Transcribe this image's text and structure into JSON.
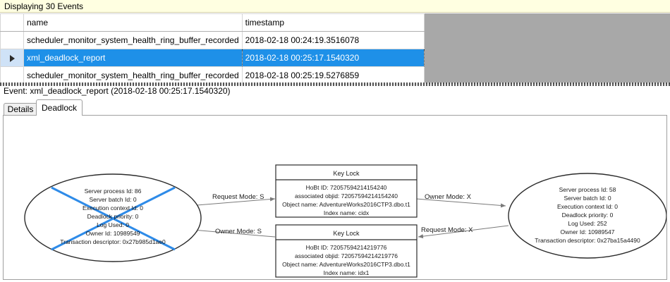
{
  "banner": {
    "text": "Displaying 30 Events"
  },
  "grid": {
    "columns": [
      "",
      "name",
      "timestamp"
    ],
    "rows": [
      {
        "selector": "",
        "name": "scheduler_monitor_system_health_ring_buffer_recorded",
        "timestamp": "2018-02-18 00:24:19.3516078",
        "selected": false
      },
      {
        "selector": "row-selector-arrow",
        "name": "xml_deadlock_report",
        "timestamp": "2018-02-18 00:25:17.1540320",
        "selected": true
      },
      {
        "selector": "",
        "name": "scheduler_monitor_system_health_ring_buffer_recorded",
        "timestamp": "2018-02-18 00:25:19.5276859",
        "selected": false
      }
    ]
  },
  "event_header": {
    "text": "Event: xml_deadlock_report (2018-02-18 00:25:17.1540320)"
  },
  "tabs": [
    {
      "label": "Details",
      "active": false
    },
    {
      "label": "Deadlock",
      "active": true
    }
  ],
  "colors": {
    "banner_bg": "#ffffe1",
    "selection_blue": "#1e90e8",
    "victim_cross": "#2e8be8",
    "grid_empty_gray": "#a8a8a8"
  },
  "deadlock_graph": {
    "processes": [
      {
        "id": "process-left",
        "victim": true,
        "lines": [
          "Server process Id: 86",
          "Server batch Id: 0",
          "Execution context Id: 0",
          "Deadlock priority: 0",
          "Log Used: 0",
          "Owner Id: 10989549",
          "Transaction descriptor: 0x27b985d1ae0"
        ]
      },
      {
        "id": "process-right",
        "victim": false,
        "lines": [
          "Server process Id: 58",
          "Server batch Id: 0",
          "Execution context Id: 0",
          "Deadlock priority: 0",
          "Log Used: 252",
          "Owner Id: 10989547",
          "Transaction descriptor: 0x27ba15a4490"
        ]
      }
    ],
    "resources": [
      {
        "id": "keylock-top",
        "title": "Key Lock",
        "lines": [
          "HoBt ID: 72057594214154240",
          "associated objid: 72057594214154240",
          "Object name: AdventureWorks2016CTP3.dbo.t1",
          "Index name: cidx"
        ]
      },
      {
        "id": "keylock-bottom",
        "title": "Key Lock",
        "lines": [
          "HoBt ID: 72057594214219776",
          "associated objid: 72057594214219776",
          "Object name: AdventureWorks2016CTP3.dbo.t1",
          "Index name: idx1"
        ]
      }
    ],
    "edges": [
      {
        "id": "edge-left-request",
        "label": "Request Mode: S"
      },
      {
        "id": "edge-right-owner",
        "label": "Owner Mode: X"
      },
      {
        "id": "edge-left-owner",
        "label": "Owner Mode: S"
      },
      {
        "id": "edge-right-request",
        "label": "Request Mode: X"
      }
    ]
  }
}
